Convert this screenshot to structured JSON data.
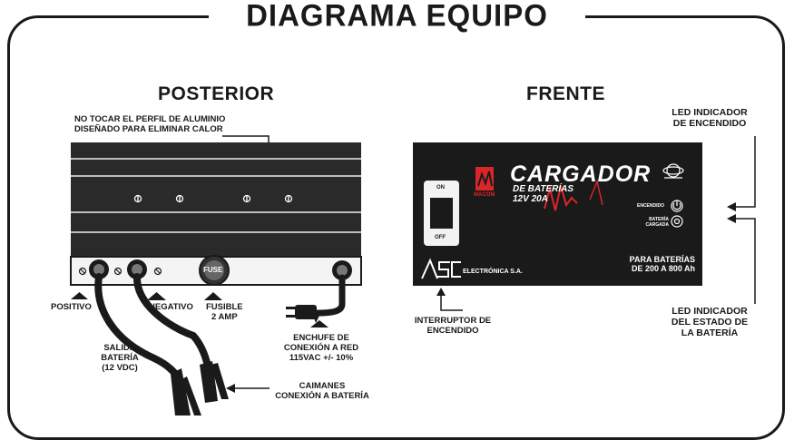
{
  "title": "DIAGRAMA EQUIPO",
  "rear": {
    "heading": "POSTERIOR",
    "note": "NO TOCAR EL PERFIL DE ALUMINIO\nDISEÑADO PARA ELIMINAR CALOR",
    "fuse_text": "FUSE",
    "labels": {
      "positive": "POSITIVO",
      "negative": "NEGATIVO",
      "fuse": "FUSIBLE\n2 AMP",
      "output": "SALIDA\nBATERÍA\n(12 VDC)",
      "plug": "ENCHUFE DE\nCONEXIÓN A RED\n115VAC +/- 10%",
      "clamps": "CAIMANES\nCONEXIÓN A BATERÍA"
    }
  },
  "front": {
    "heading": "FRENTE",
    "switch_on": "ON",
    "switch_off": "OFF",
    "brand_title": "CARGADOR",
    "brand_sub": "DE BATERÍAS",
    "brand_spec": "12V 20A",
    "maker_logo": "MACOM",
    "company": "ELECTRÓNICA S.A.",
    "led_power_text": "ENCENDIDO",
    "led_battery_text": "BATERÍA\nCARGADA",
    "capacity": "PARA BATERÍAS\nDE 200 A 800 Ah",
    "labels": {
      "led_power": "LED INDICADOR\nDE ENCENDIDO",
      "led_battery": "LED INDICADOR\nDEL ESTADO DE\nLA BATERÍA",
      "switch": "INTERRUPTOR DE\nENCENDIDO"
    }
  },
  "colors": {
    "accent_red": "#d8262a",
    "panel": "#1a1a1a",
    "heatsink": "#2a2a2a"
  }
}
